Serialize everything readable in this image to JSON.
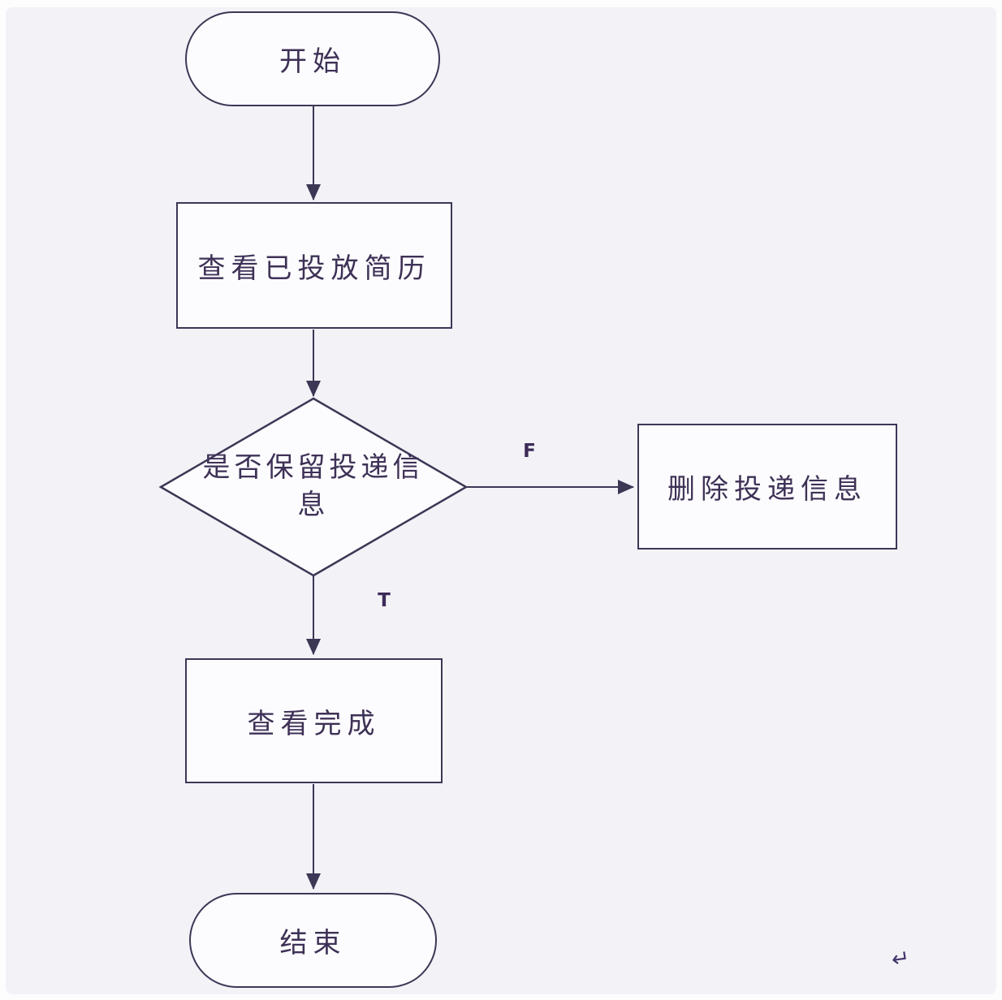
{
  "page": {
    "background": "#f2f2f7",
    "shape_fill": "#fcfcfe",
    "line_color": "#3d3756",
    "text_color": "#3e3156",
    "return_mark": "↵"
  },
  "flowchart": {
    "nodes": [
      {
        "id": "start",
        "type": "terminator",
        "label": "开始"
      },
      {
        "id": "view-submitted-resumes",
        "type": "process",
        "label": "查看已投放简历"
      },
      {
        "id": "keep-delivery-info",
        "type": "decision",
        "label": "是否保留投递信息"
      },
      {
        "id": "delete-delivery-info",
        "type": "process",
        "label": "删除投递信息"
      },
      {
        "id": "view-complete",
        "type": "process",
        "label": "查看完成"
      },
      {
        "id": "end",
        "type": "terminator",
        "label": "结束"
      }
    ],
    "edges": [
      {
        "from": "start",
        "to": "view-submitted-resumes",
        "label": ""
      },
      {
        "from": "view-submitted-resumes",
        "to": "keep-delivery-info",
        "label": ""
      },
      {
        "from": "keep-delivery-info",
        "to": "delete-delivery-info",
        "label": "F"
      },
      {
        "from": "keep-delivery-info",
        "to": "view-complete",
        "label": "T"
      },
      {
        "from": "view-complete",
        "to": "end",
        "label": ""
      }
    ]
  }
}
